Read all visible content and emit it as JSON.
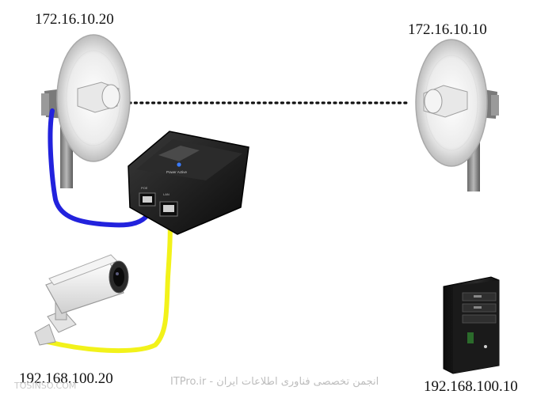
{
  "labels": {
    "antenna_left_ip": "172.16.10.20",
    "antenna_right_ip": "172.16.10.10",
    "camera_ip": "192.168.100.20",
    "pc_ip": "192.168.100.10"
  },
  "poe_injector": {
    "port_left": "POE",
    "port_right": "LAN",
    "status_text": "Power Active"
  },
  "watermarks": {
    "left": "TOSINSO.COM",
    "center": "ITPro.ir - انجمن تخصصی فناوری اطلاعات ایران"
  },
  "colors": {
    "poe_cable": "#2222dd",
    "lan_cable": "#f2f21a",
    "wireless_link": "#111111",
    "injector_body": "#1a1a1a",
    "led": "#3a7bff"
  }
}
